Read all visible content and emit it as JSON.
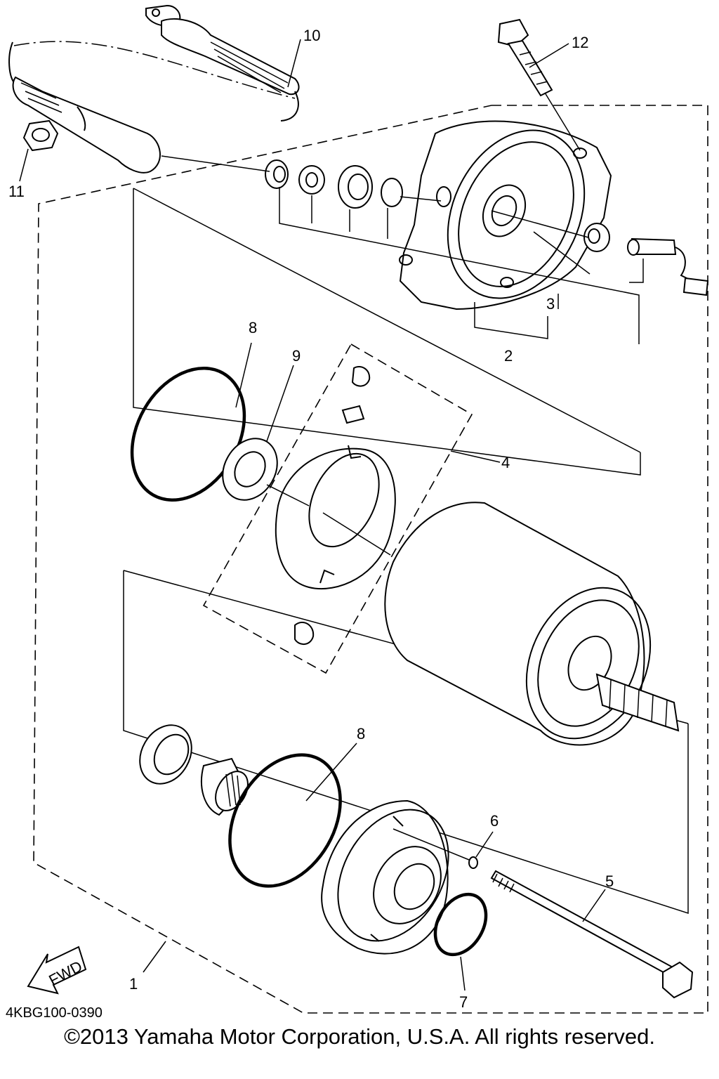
{
  "callouts": [
    {
      "id": "1",
      "text": "1"
    },
    {
      "id": "2",
      "text": "2"
    },
    {
      "id": "3",
      "text": "3"
    },
    {
      "id": "4",
      "text": "4"
    },
    {
      "id": "5",
      "text": "5"
    },
    {
      "id": "6",
      "text": "6"
    },
    {
      "id": "7",
      "text": "7"
    },
    {
      "id": "8a",
      "text": "8"
    },
    {
      "id": "8b",
      "text": "8"
    },
    {
      "id": "9",
      "text": "9"
    },
    {
      "id": "10",
      "text": "10"
    },
    {
      "id": "11",
      "text": "11"
    },
    {
      "id": "12",
      "text": "12"
    }
  ],
  "fwd_label": "FWD",
  "diagram_code": "4KBG100-0390",
  "copyright": "©2013 Yamaha Motor Corporation, U.S.A. All rights reserved."
}
